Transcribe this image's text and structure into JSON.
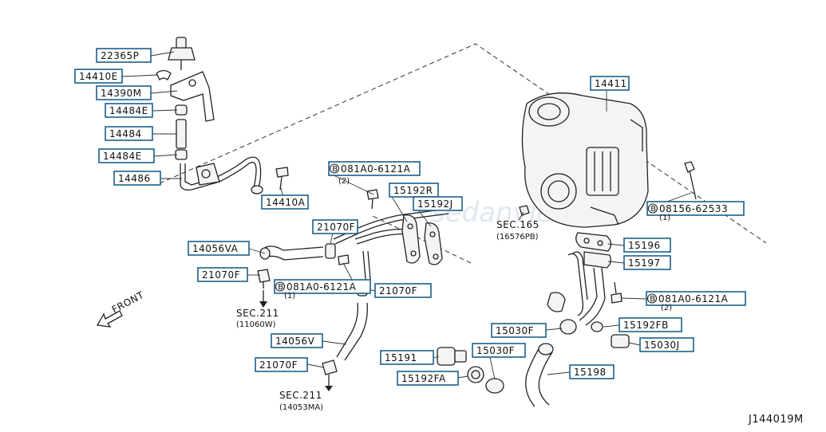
{
  "diagram_id": "J144019M",
  "watermark": "sedanviet.vn",
  "front_label": "FRONT",
  "part_labels": {
    "p22365P": "22365P",
    "p14410E": "14410E",
    "p14390M": "14390M",
    "p14484E_top": "14484E",
    "p14484": "14484",
    "p14484E_bot": "14484E",
    "p14486": "14486",
    "p14410A": "14410A",
    "p081A0_top": "081A0-6121A",
    "p081A0_top_qty": "(2)",
    "p15192R": "15192R",
    "p15192J": "15192J",
    "p14411": "14411",
    "p08156": "08156-62533",
    "p08156_qty": "(1)",
    "p21070F_a": "21070F",
    "p14056VA": "14056VA",
    "p21070F_b": "21070F",
    "p081A0_mid": "081A0-6121A",
    "p081A0_mid_qty": "(1)",
    "p21070F_c": "21070F",
    "p15196": "15196",
    "p15197": "15197",
    "p081A0_right": "081A0-6121A",
    "p081A0_right_qty": "(2)",
    "p15030F_a": "15030F",
    "p15192FB": "15192FB",
    "p15030J": "15030J",
    "p14056V": "14056V",
    "p15191": "15191",
    "p15030F_b": "15030F",
    "p15198": "15198",
    "p21070F_d": "21070F",
    "p15192FA": "15192FA"
  },
  "section_refs": {
    "sec165": "SEC.165",
    "sec165_sub": "(16576PB)",
    "sec211_a": "SEC.211",
    "sec211_a_sub": "(11060W)",
    "sec211_b": "SEC.211",
    "sec211_b_sub": "(14053MA)"
  },
  "colors": {
    "label_border": "#1d5f8a",
    "line": "#222222"
  },
  "icons": [
    "bolt-circle-b-icon",
    "front-arrow-icon",
    "section-arrow-icon"
  ]
}
